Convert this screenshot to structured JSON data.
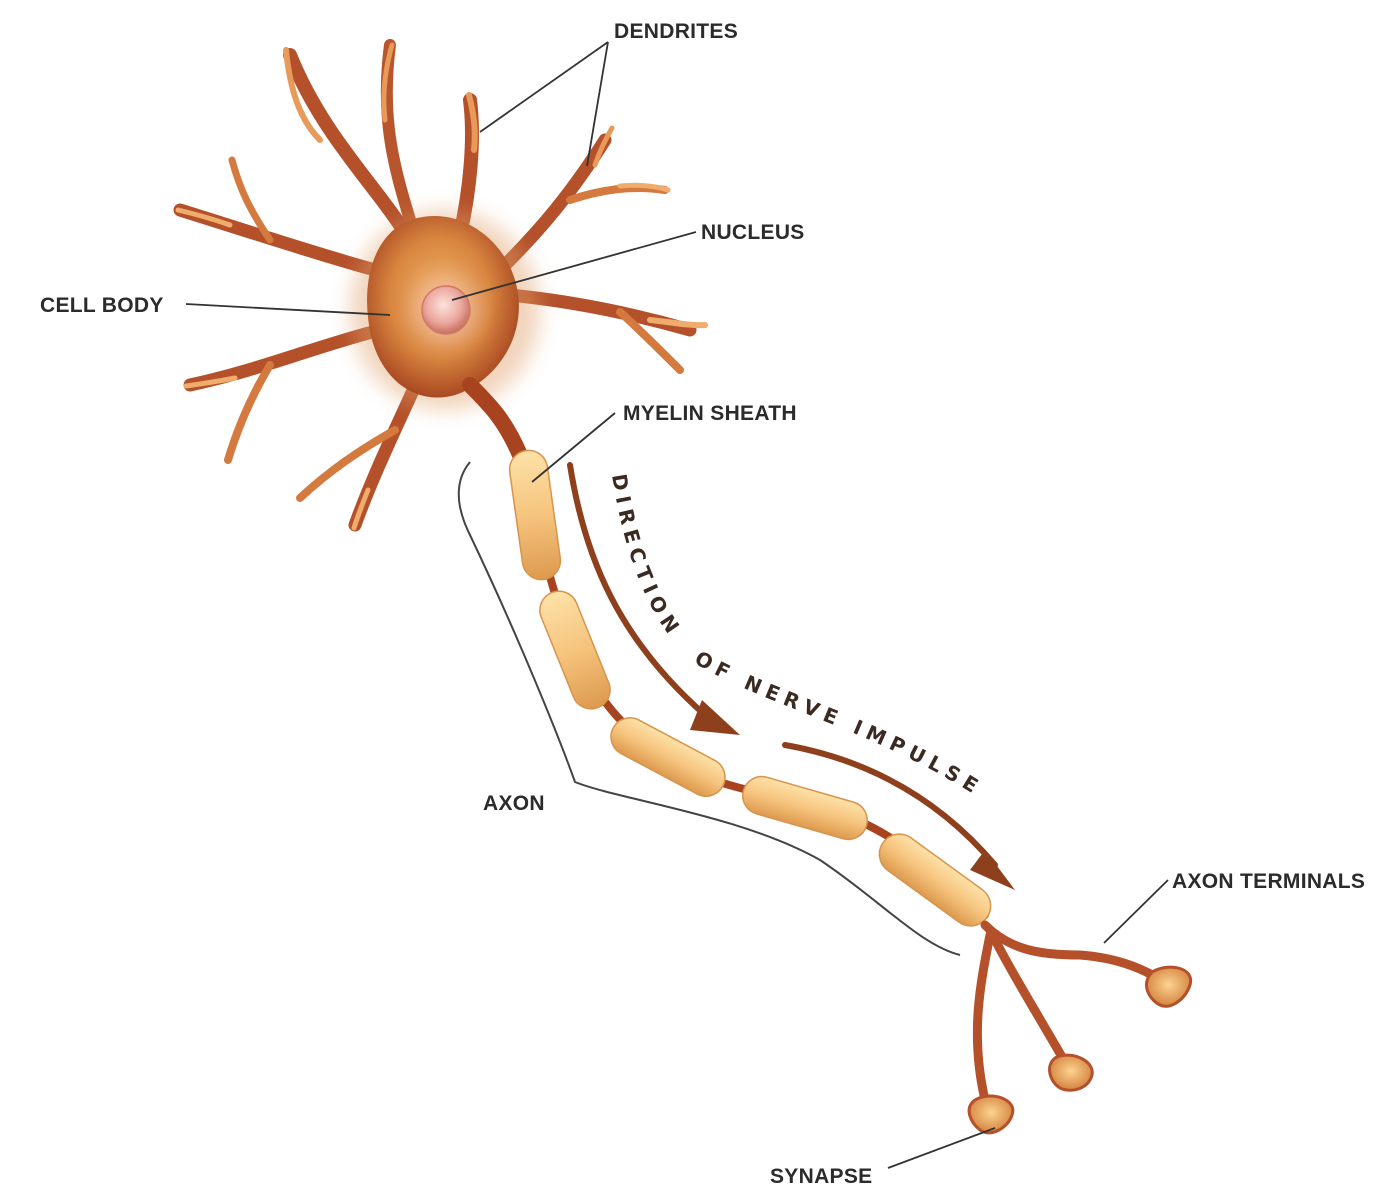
{
  "labels": {
    "dendrites": "DENDRITES",
    "nucleus": "NUCLEUS",
    "cell_body": "CELL BODY",
    "myelin_sheath": "MYELIN SHEATH",
    "axon": "AXON",
    "axon_terminals": "AXON TERMINALS",
    "synapse": "SYNAPSE"
  },
  "impulse": {
    "part1": "DIRECTION",
    "part2": "OF NERVE IMPULSE"
  },
  "colors": {
    "dendrite": "#b4502a",
    "dendrite_tip": "#e79a5a",
    "myelin": "#f6c47e",
    "arrow": "#8e3f1c"
  }
}
